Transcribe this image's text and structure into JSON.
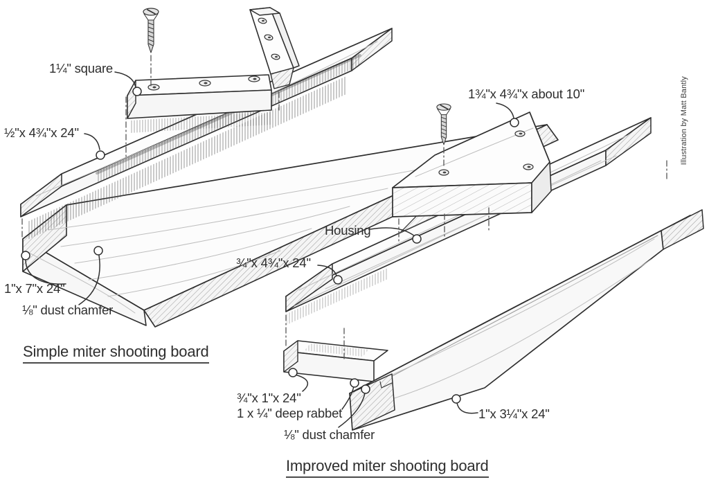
{
  "figure": {
    "credit": "Illustration by Matt Bantly",
    "simple": {
      "caption": "Simple miter shooting board",
      "fence_size": "1¼\" square",
      "platform_size": "½\"x 4¾\"x 24\"",
      "base_size": "1\"x 7\"x 24\"",
      "chamfer": "⅛\" dust chamfer"
    },
    "improved": {
      "caption": "Improved miter shooting board",
      "fence_size": "1¾\"x 4¾\"x about 10\"",
      "housing": "Housing",
      "platform_size": "¾\"x 4¾\"x 24\"",
      "strip_size": "¾\"x 1\"x 24\"",
      "rabbet": "1 x ¼\" deep rabbet",
      "chamfer": "⅛\" dust chamfer",
      "base_size": "1\"x 3¼\"x 24\""
    }
  }
}
